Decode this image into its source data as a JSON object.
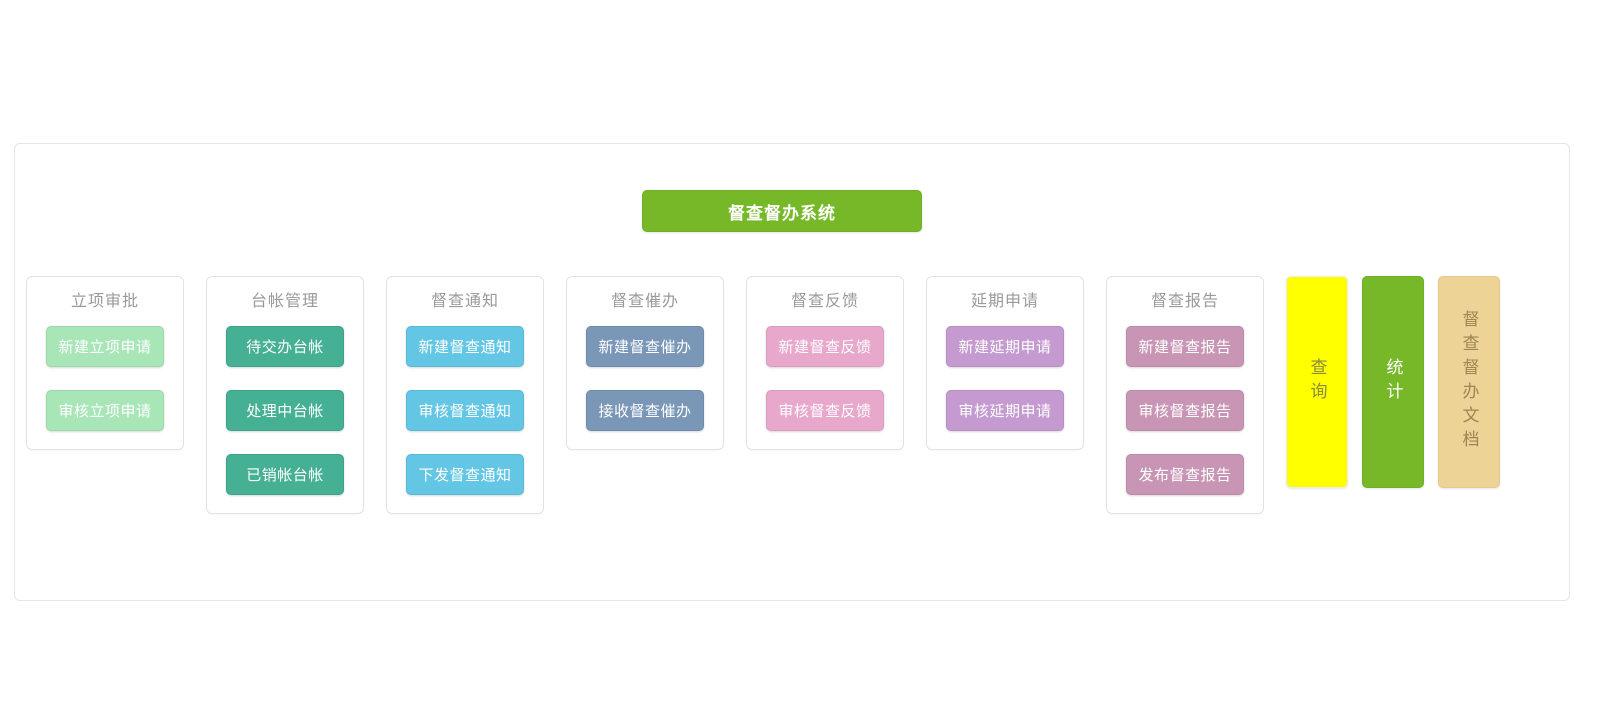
{
  "app": {
    "title": "督查督办系统",
    "title_color": "#76b828"
  },
  "modules": [
    {
      "title": "立项审批",
      "color": "#a8e6b8",
      "border": "#9bd9ab",
      "buttons": [
        "新建立项申请",
        "审核立项申请"
      ]
    },
    {
      "title": "台帐管理",
      "color": "#45b093",
      "border": "#3da287",
      "buttons": [
        "待交办台帐",
        "处理中台帐",
        "已销帐台帐"
      ]
    },
    {
      "title": "督查通知",
      "color": "#63c6e4",
      "border": "#58b9d6",
      "buttons": [
        "新建督查通知",
        "审核督查通知",
        "下发督查通知"
      ]
    },
    {
      "title": "督查催办",
      "color": "#7a97b8",
      "border": "#6f8bab",
      "buttons": [
        "新建督查催办",
        "接收督查催办"
      ]
    },
    {
      "title": "督查反馈",
      "color": "#e8a8cc",
      "border": "#db9cbf",
      "buttons": [
        "新建督查反馈",
        "审核督查反馈"
      ]
    },
    {
      "title": "延期申请",
      "color": "#c49ad0",
      "border": "#b68ec3",
      "buttons": [
        "新建延期申请",
        "审核延期申请"
      ]
    },
    {
      "title": "督查报告",
      "color": "#c896b4",
      "border": "#bb8aa7",
      "buttons": [
        "新建督查报告",
        "审核督查报告",
        "发布督查报告"
      ]
    }
  ],
  "side_panels": [
    {
      "label": "查询",
      "bg": "#ffff00",
      "text_color": "#8a8a3c"
    },
    {
      "label": "统计",
      "bg": "#76b828",
      "text_color": "#ffffff"
    },
    {
      "label": "督查督办文档",
      "bg": "#edd496",
      "text_color": "#9b8552"
    }
  ]
}
